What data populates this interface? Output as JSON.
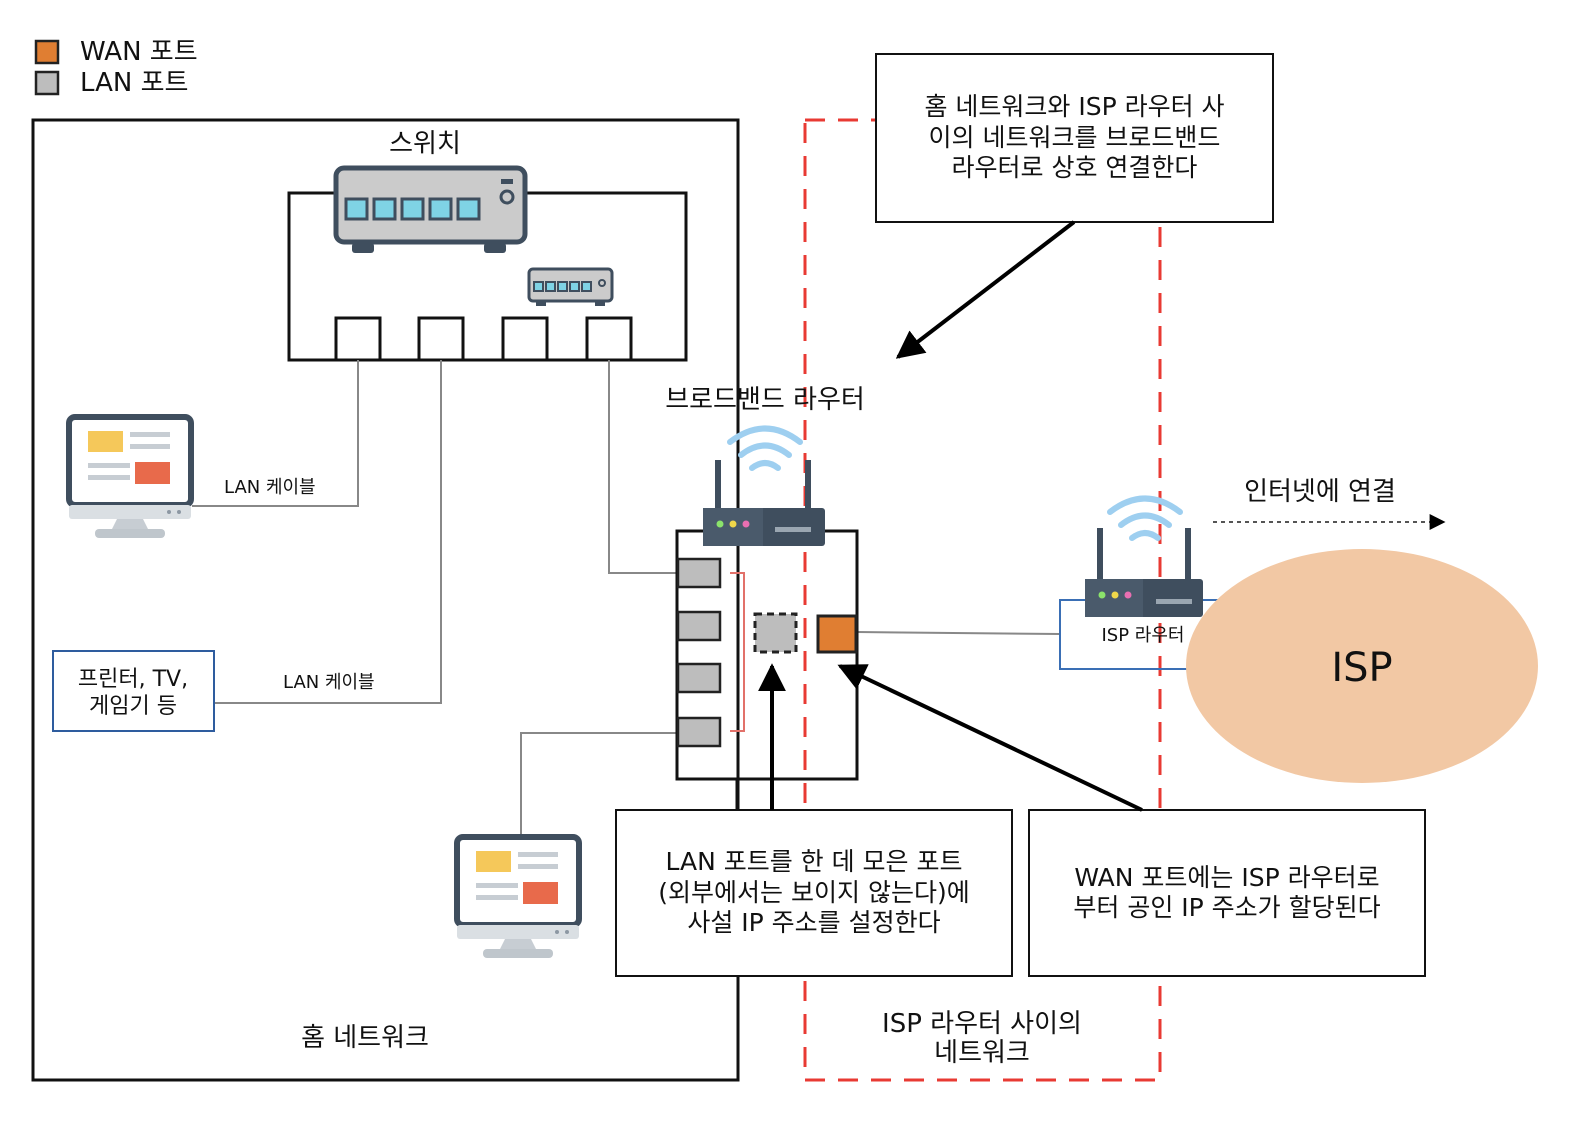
{
  "colors": {
    "wan_port": "#E07E32",
    "lan_port": "#BDBDBD",
    "isp_cloud": "#F2C8A4",
    "dashed_border": "#E83A33",
    "bracket": "#E2716A",
    "device_frame": "#3F4E5E",
    "wifi": "#9ECFF0"
  },
  "legend": {
    "wan_label": "WAN 포트",
    "lan_label": "LAN 포트"
  },
  "switch": {
    "label": "스위치"
  },
  "router": {
    "label": "브로드밴드 라우터"
  },
  "isp_router": {
    "label": "ISP 라우터"
  },
  "isp": {
    "label": "ISP"
  },
  "internet": {
    "label": "인터넷에 연결"
  },
  "cables": {
    "lan_cable_1": "LAN 케이블",
    "lan_cable_2": "LAN 케이블"
  },
  "printer_box": {
    "line1": "프린터, TV,",
    "line2": "게임기 등"
  },
  "home_network": {
    "label": "홈 네트워크"
  },
  "isp_segment": {
    "line1": "ISP 라우터 사이의",
    "line2": "네트워크"
  },
  "notes": {
    "top": {
      "line1": "홈 네트워크와 ISP 라우터 사",
      "line2": "이의 네트워크를 브로드밴드",
      "line3": "라우터로 상호 연결한다"
    },
    "lan": {
      "line1": "LAN 포트를 한 데 모은 포트",
      "line2": "(외부에서는 보이지 않는다)에",
      "line3": "사설 IP 주소를 설정한다"
    },
    "wan": {
      "line1": "WAN 포트에는 ISP 라우터로",
      "line2": "부터 공인 IP 주소가 할당된다"
    }
  },
  "icons": {
    "switch": "network-switch-icon",
    "router": "wifi-router-icon",
    "isp_router": "wifi-router-icon",
    "computer": "desktop-monitor-icon"
  }
}
